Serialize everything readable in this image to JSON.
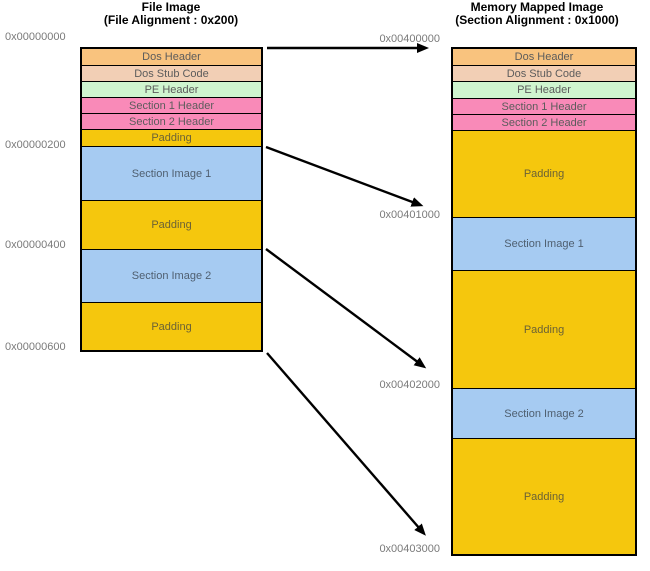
{
  "diagram": {
    "file_image": {
      "title": "File Image",
      "subtitle": "(File Alignment : 0x200)",
      "addresses": [
        "0x00000000",
        "0x00000200",
        "0x00000400",
        "0x00000600"
      ],
      "blocks": [
        {
          "label": "Dos Header"
        },
        {
          "label": "Dos Stub Code"
        },
        {
          "label": "PE Header"
        },
        {
          "label": "Section 1 Header"
        },
        {
          "label": "Section 2 Header"
        },
        {
          "label": "Padding"
        },
        {
          "label": "Section Image 1"
        },
        {
          "label": "Padding"
        },
        {
          "label": "Section Image 2"
        },
        {
          "label": "Padding"
        }
      ]
    },
    "memory_mapped_image": {
      "title": "Memory Mapped Image",
      "subtitle": "(Section Alignment : 0x1000)",
      "addresses": [
        "0x00400000",
        "0x00401000",
        "0x00402000",
        "0x00403000"
      ],
      "blocks": [
        {
          "label": "Dos Header"
        },
        {
          "label": "Dos Stub Code"
        },
        {
          "label": "PE Header"
        },
        {
          "label": "Section 1 Header"
        },
        {
          "label": "Section 2 Header"
        },
        {
          "label": "Padding"
        },
        {
          "label": "Section Image 1"
        },
        {
          "label": "Padding"
        },
        {
          "label": "Section Image 2"
        },
        {
          "label": "Padding"
        }
      ]
    },
    "colors": {
      "dos_header": "#F9C37E",
      "dos_stub_code": "#F2CFB5",
      "pe_header": "#CFF5CF",
      "section_header": "#F98AB8",
      "padding": "#F5C70D",
      "section_image": "#A6CBF2",
      "border": "#000000",
      "address_text": "#7A7A7A",
      "block_text": "#5C5C5C",
      "title_text": "#000000",
      "arrow": "#000000"
    }
  }
}
